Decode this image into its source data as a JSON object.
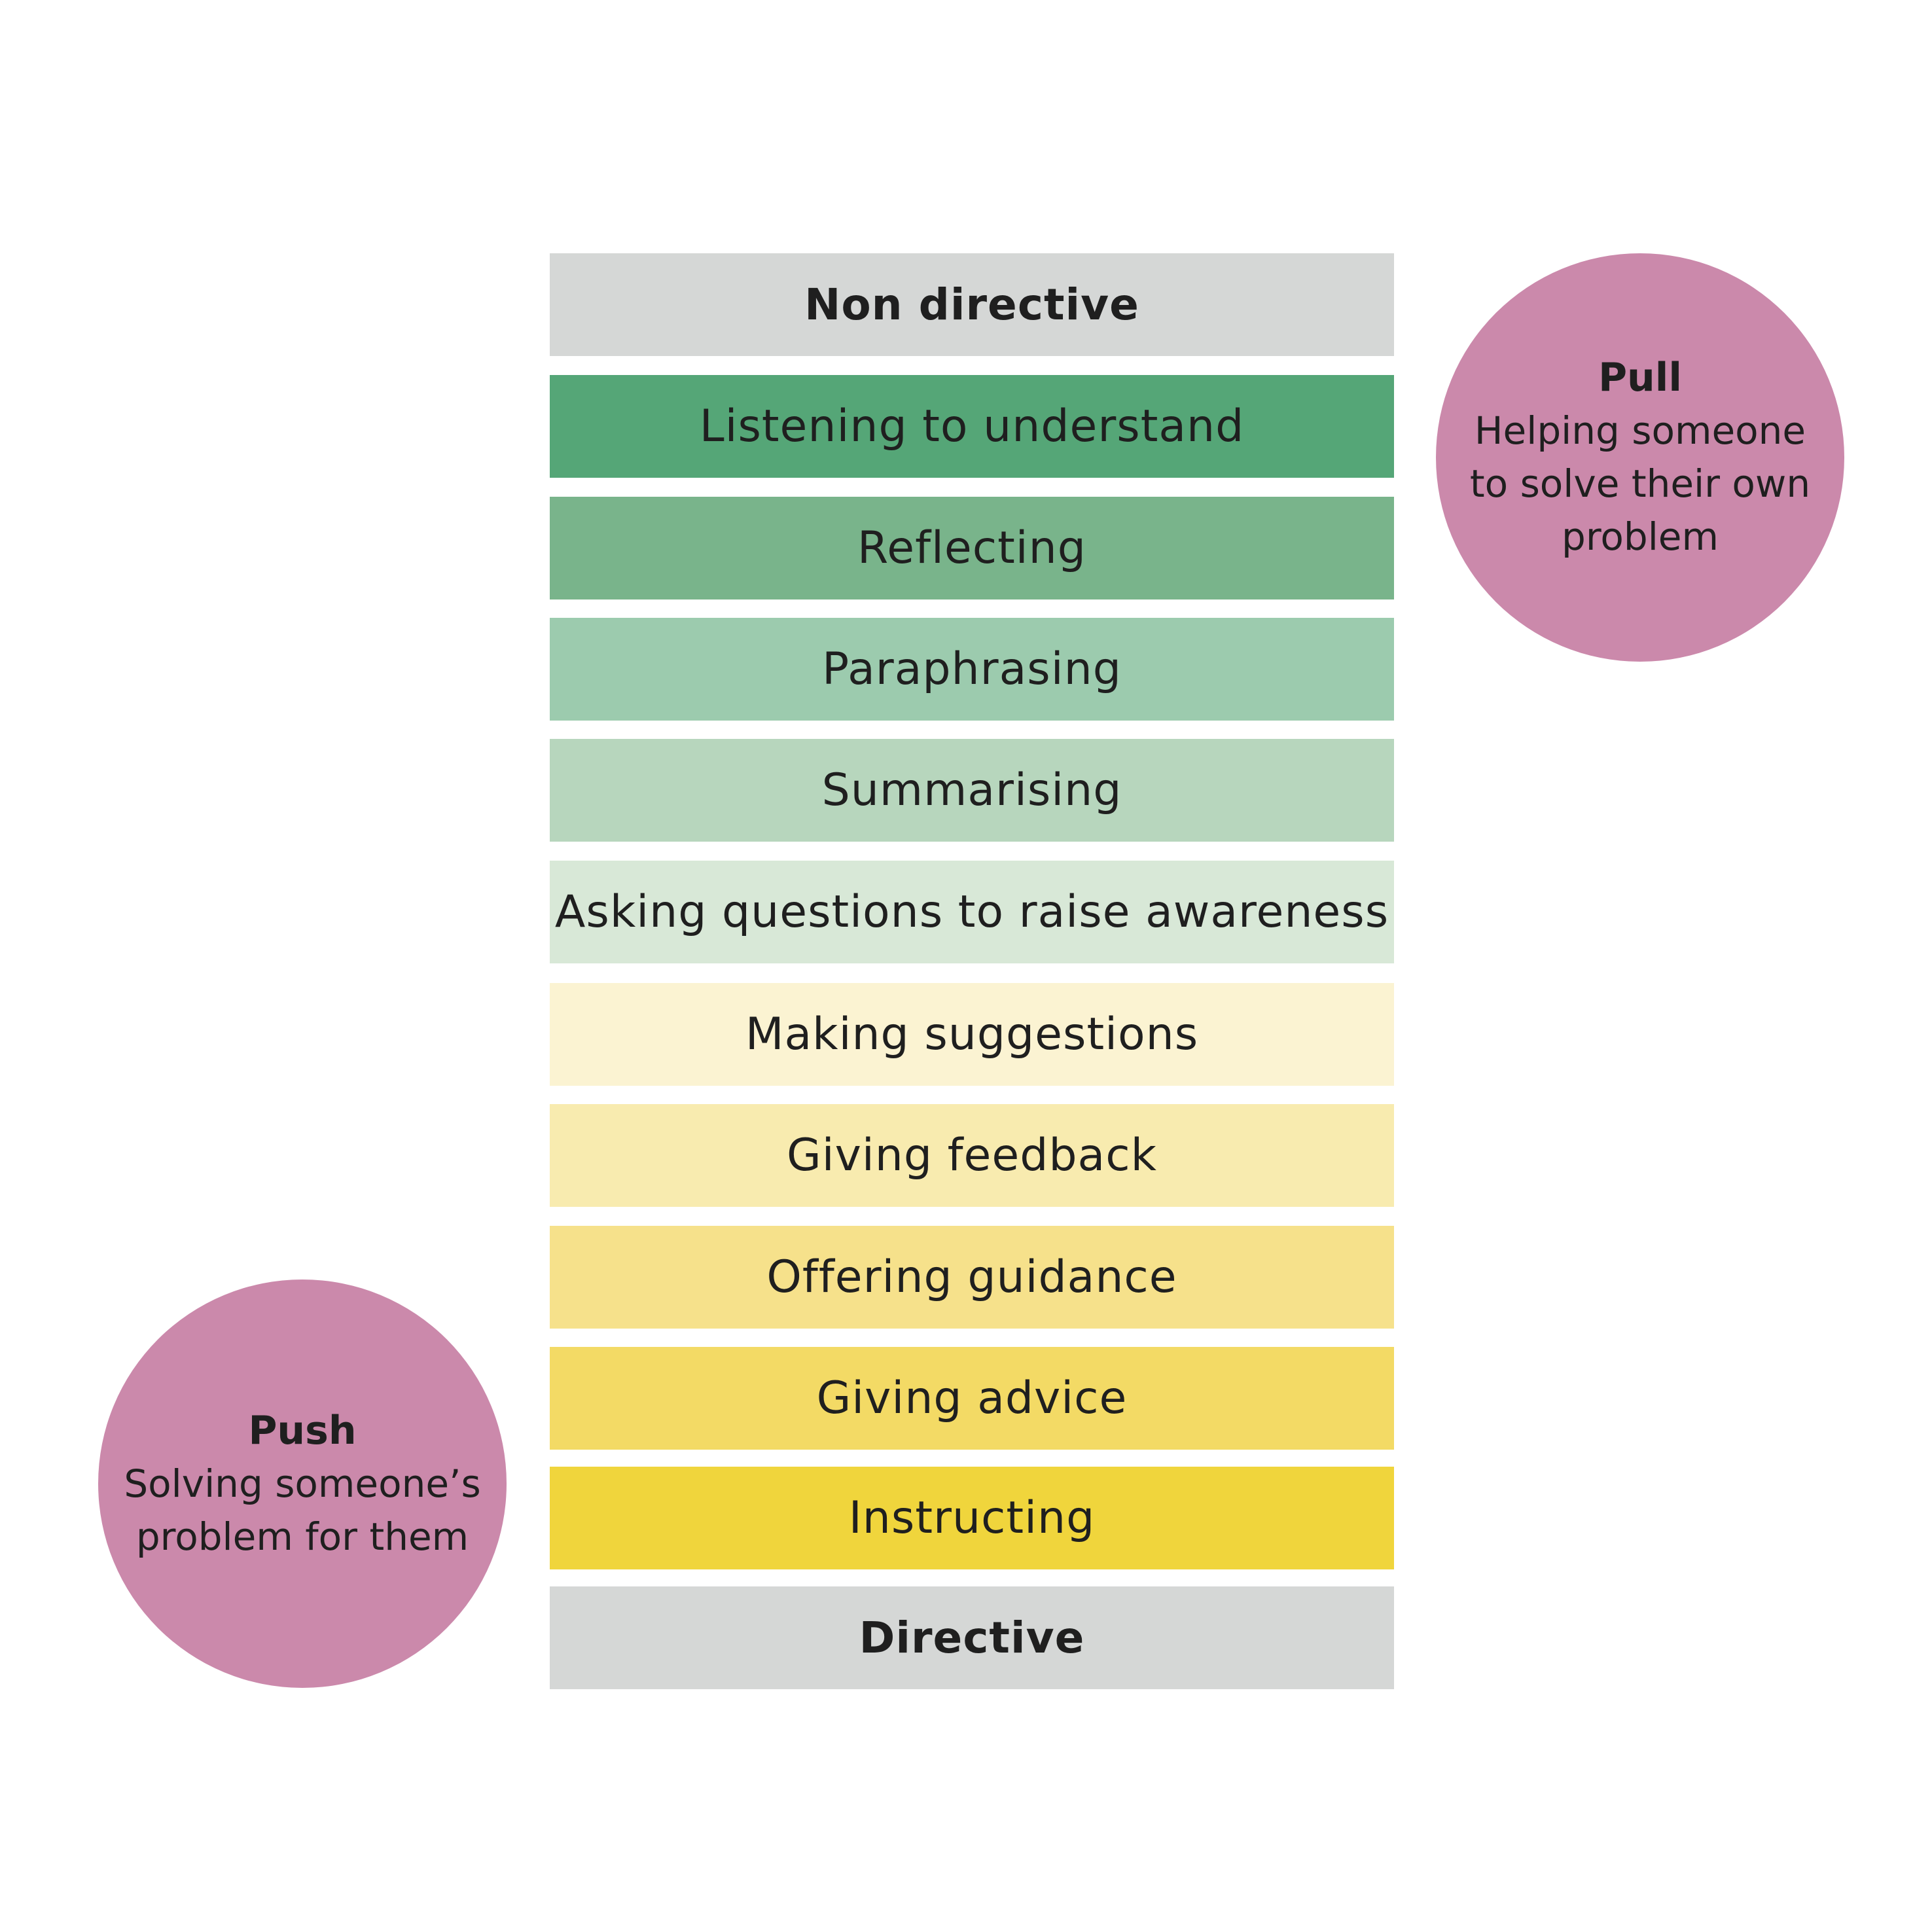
{
  "spectrum": {
    "top_label": "Non directive",
    "bottom_label": "Directive",
    "top_color": "#d5d7d6",
    "bottom_color": "#d5d7d6",
    "items": [
      {
        "label": "Listening to understand",
        "color": "#55a677"
      },
      {
        "label": "Reflecting",
        "color": "#79b48b"
      },
      {
        "label": "Paraphrasing",
        "color": "#9ccbae"
      },
      {
        "label": "Summarising",
        "color": "#b7d6bd"
      },
      {
        "label": "Asking questions to raise awareness",
        "color": "#d8e8d7"
      },
      {
        "label": "Making suggestions",
        "color": "#fbf3d2"
      },
      {
        "label": "Giving feedback",
        "color": "#f8ebaf"
      },
      {
        "label": "Offering guidance",
        "color": "#f6e18b"
      },
      {
        "label": "Giving advice",
        "color": "#f3da65"
      },
      {
        "label": "Instructing",
        "color": "#f0d53c"
      }
    ]
  },
  "pull": {
    "title": "Pull",
    "description": "Helping someone\nto solve their own\nproblem",
    "color": "#cb89ab"
  },
  "push": {
    "title": "Push",
    "description": "Solving someone’s\nproblem for them",
    "color": "#cb89ab"
  }
}
